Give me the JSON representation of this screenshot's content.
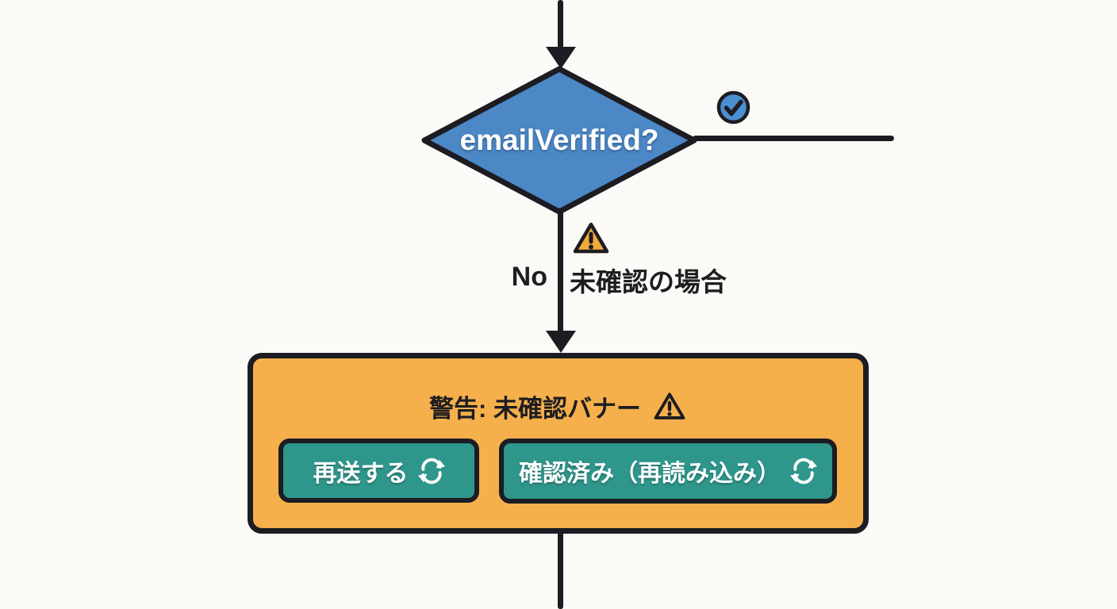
{
  "colors": {
    "bg": "#fbfaf7",
    "stroke": "#1c1c22",
    "diamond-fill": "#4c87c6",
    "check-fill": "#4a8fd2",
    "box-fill": "#f5b04b",
    "button-fill": "#2f968b",
    "warning-fill": "#f2a93b",
    "text-dark": "#1d1d22",
    "text-light": "#ffffff"
  },
  "flow": {
    "decision": {
      "label": "emailVerified?"
    },
    "yes_branch": {
      "icon": "check-circle"
    },
    "no_branch": {
      "label": "No",
      "annotation": "未確認の場合",
      "icon": "warning-triangle"
    },
    "warning_box": {
      "title": "警告: 未確認バナー",
      "icon": "warning-triangle-outline",
      "buttons": [
        {
          "label": "再送する",
          "icon": "refresh"
        },
        {
          "label": "確認済み（再読み込み）",
          "icon": "refresh"
        }
      ]
    }
  }
}
